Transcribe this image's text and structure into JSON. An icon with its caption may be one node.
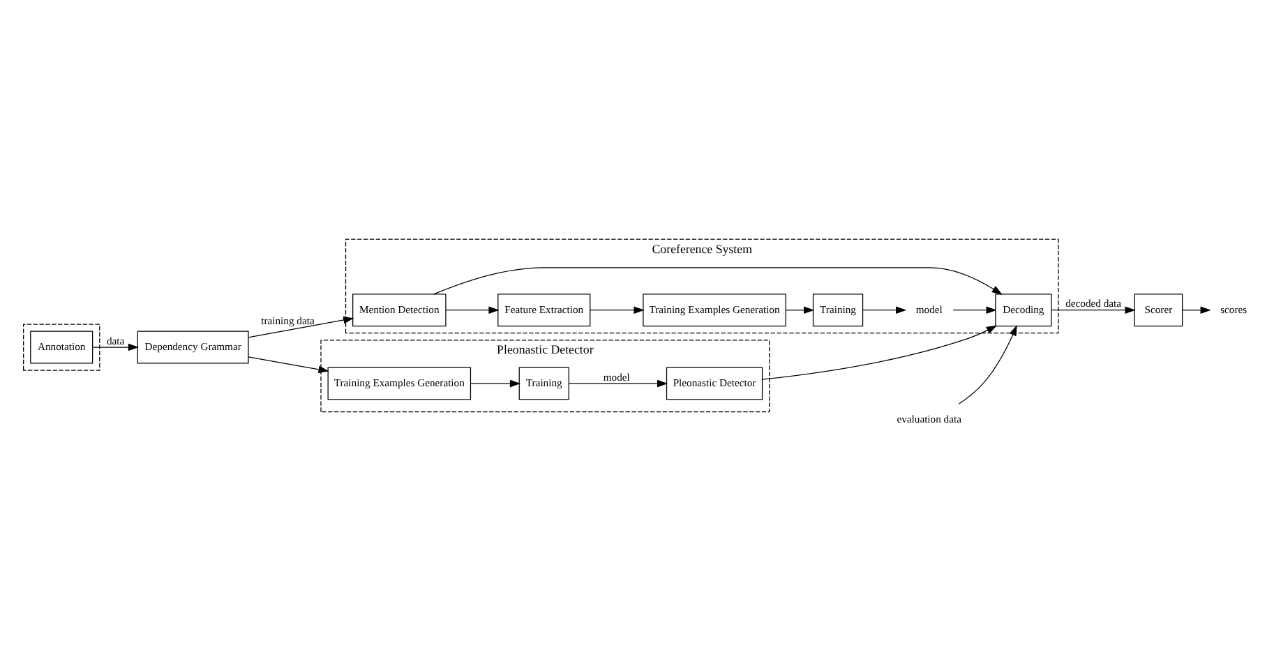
{
  "diagram": {
    "nodes": [
      {
        "text": [],
        "shape": "box"
      },
      {
        "text": [
          "Annotation"
        ],
        "in": 0
      },
      {
        "text": [
          "Dependency Grammar"
        ]
      },
      {
        "text": [
          "Coreference System"
        ]
      },
      {
        "text": [
          "Mention Detection"
        ],
        "in": 3
      },
      {
        "text": [
          "Feature Extraction"
        ],
        "in": 3
      },
      {
        "text": [
          "Training Examples Generation"
        ],
        "in": 3
      },
      {
        "text": [
          "Training"
        ],
        "in": 3
      },
      {
        "text": [
          "Decoding"
        ],
        "in": 3
      },
      {
        "text": [
          "Scorer"
        ]
      },
      {
        "text": [
          "Pleonastic Detector"
        ]
      },
      {
        "text": [
          "Training Examples Generation"
        ],
        "in": 10
      },
      {
        "text": [
          "Training"
        ],
        "in": 10
      },
      {
        "text": [
          "Pleonastic Detector"
        ],
        "in": 10
      },
      {
        "text": [
          "scores"
        ]
      },
      {
        "text": [
          "evaluation data"
        ]
      },
      {
        "text": [
          "model"
        ],
        "in": 3
      }
    ],
    "edges": [
      {
        "from": 1,
        "to": 2,
        "arrow": "to",
        "label": "data"
      },
      {
        "from": 2,
        "to": 4,
        "arrow": "to",
        "label": "training data"
      },
      {
        "from": 2,
        "to": 11,
        "arrow": "to"
      },
      {
        "from": 4,
        "to": 8,
        "arrow": "to"
      },
      {
        "from": 4,
        "to": 5,
        "arrow": "to"
      },
      {
        "from": 5,
        "to": 6,
        "arrow": "to"
      },
      {
        "from": 6,
        "to": 7,
        "arrow": "to"
      },
      {
        "from": 7,
        "to": 16,
        "arrow": "to"
      },
      {
        "from": 16,
        "to": 8,
        "arrow": "to"
      },
      {
        "from": 15,
        "to": 8,
        "arrow": "to"
      },
      {
        "from": 8,
        "to": 9,
        "arrow": "to",
        "label": "decoded data"
      },
      {
        "from": 9,
        "to": 14,
        "arrow": "to"
      },
      {
        "from": 11,
        "to": 12,
        "arrow": "to"
      },
      {
        "from": 12,
        "to": 13,
        "arrow": "to",
        "label": "model"
      },
      {
        "from": 13,
        "to": 8,
        "arrow": "to"
      }
    ]
  }
}
